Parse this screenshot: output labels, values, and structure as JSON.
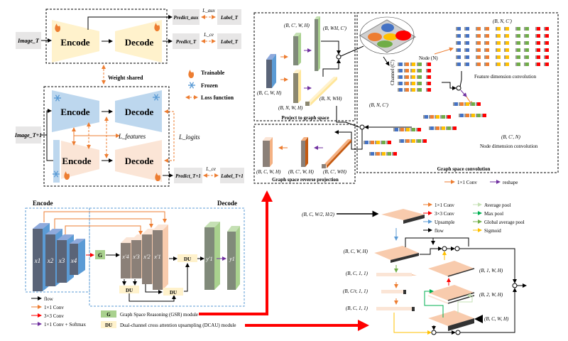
{
  "panel_a": {
    "teacher_input": "Image_T",
    "encode": "Encode",
    "decode": "Decode",
    "predict_aux": "Predict_aux",
    "predict_t": "Predict_T",
    "label_t": "Label_T",
    "loss_aux": "L_aux",
    "loss_ce": "L_ce",
    "weight_shared": "Weight shared",
    "student_input": "Image_T+1",
    "loss_features": "L_features",
    "loss_logits": "L_logits",
    "predict_t1": "Predict_T+1",
    "label_t1": "Label_T+1",
    "legend": {
      "trainable": "Trainable",
      "frozen": "Frozen",
      "loss_function": "Loss function"
    }
  },
  "panel_b": {
    "encode_title": "Encode",
    "decode_title": "Decode",
    "encoder_blocks": [
      "x1",
      "x2",
      "x3",
      "x4"
    ],
    "decoder_blocks": [
      "x'4",
      "x'3",
      "x'2",
      "x'1"
    ],
    "outputs": [
      "y'1",
      "y1"
    ],
    "g_label": "G",
    "du_label": "DU",
    "legend": [
      {
        "label": "flow",
        "color": "#000000"
      },
      {
        "label": "1×1 Conv",
        "color": "#ed7d31"
      },
      {
        "label": "3×3 Conv",
        "color": "#ff0000"
      },
      {
        "label": "1×1 Conv + Softmax",
        "color": "#7030a0"
      }
    ],
    "module_legend": [
      {
        "tag": "G",
        "label": "Graph Space Reasoning (GSR) module"
      },
      {
        "tag": "DU",
        "label": "Dual-channel cross attention upsampling (DCAU) module"
      }
    ]
  },
  "panel_c": {
    "project_title": "Project to graph space",
    "reverse_title": "Graph space reverse projection",
    "conv_title": "Graph space convolution",
    "shapes": {
      "bcwh": "(B, C, W, H)",
      "bc2wh": "(B, C', W, H)",
      "bwhc": "(B, WH, C')",
      "bnwh": "(B, N, W, H)",
      "bnwh2": "(B, N, WH)",
      "bnc": "(B, N, C')",
      "bcn": "(B, C', N)",
      "bc2wh_flat": "(B, C', WH)"
    },
    "node_label": "Node (N)",
    "channel_label": "Channel (C')",
    "feature_conv": "Feature dimension convolution",
    "node_conv": "Node dimension convolution",
    "legend": [
      {
        "label": "1×1 Conv",
        "color": "#ed7d31"
      },
      {
        "label": "reshape",
        "color": "#7030a0"
      }
    ]
  },
  "panel_d": {
    "shapes": {
      "in": "(B, C, W/2, H/2)",
      "bcwh": "(B, C, W, H)",
      "bc11a": "(B, C, 1, 1)",
      "bcr11": "(B, C/r, 1, 1)",
      "bc11b": "(B, C, 1, 1)",
      "b1wh": "(B, 1, W, H)",
      "b2wh": "(B, 2, W, H)",
      "bcwh2": "(B, C, W, H)"
    },
    "legend": [
      {
        "label": "1×1 Conv",
        "color": "#ed7d31"
      },
      {
        "label": "3×3 Conv",
        "color": "#ff0000"
      },
      {
        "label": "Upsample",
        "color": "#5b9bd5"
      },
      {
        "label": "flow",
        "color": "#000000"
      },
      {
        "label": "Average pool",
        "color": "#c5e0b4"
      },
      {
        "label": "Max pool",
        "color": "#00b050"
      },
      {
        "label": "Global average pool",
        "color": "#70ad47"
      },
      {
        "label": "Sigmoid",
        "color": "#ffc000"
      }
    ]
  },
  "colors": {
    "encoder_blue": "#bdd7ee",
    "decoder_peach": "#f8cbad",
    "teacher_yellow": "#fff2cc",
    "grey_box": "#e7e6e6",
    "orange": "#ed7d31",
    "red": "#ff0000",
    "purple": "#7030a0"
  }
}
